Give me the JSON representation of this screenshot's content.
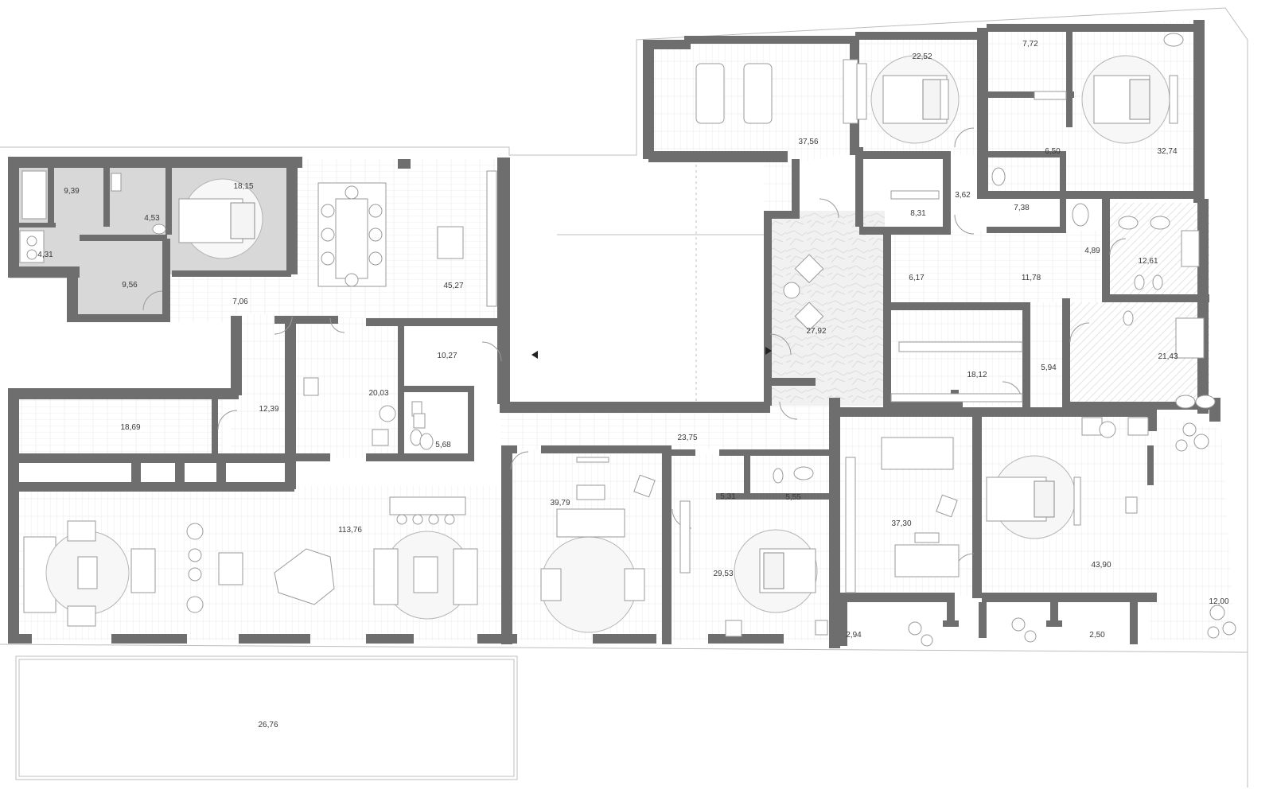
{
  "rooms": [
    {
      "id": "r1",
      "area": "9,39"
    },
    {
      "id": "r2",
      "area": "4,53"
    },
    {
      "id": "r3",
      "area": "18,15"
    },
    {
      "id": "r4",
      "area": "4,31"
    },
    {
      "id": "r5",
      "area": "9,56"
    },
    {
      "id": "r6",
      "area": "7,06"
    },
    {
      "id": "r7",
      "area": "45,27"
    },
    {
      "id": "r8",
      "area": "10,27"
    },
    {
      "id": "r9",
      "area": "20,03"
    },
    {
      "id": "r10",
      "area": "12,39"
    },
    {
      "id": "r11",
      "area": "18,69"
    },
    {
      "id": "r12",
      "area": "5,68"
    },
    {
      "id": "r13",
      "area": "113,76"
    },
    {
      "id": "r14",
      "area": "23,75"
    },
    {
      "id": "r15",
      "area": "39,79"
    },
    {
      "id": "r16",
      "area": "5,31"
    },
    {
      "id": "r17",
      "area": "5,55"
    },
    {
      "id": "r18",
      "area": "29,53"
    },
    {
      "id": "r19",
      "area": "37,30"
    },
    {
      "id": "r20",
      "area": "2,94"
    },
    {
      "id": "r21",
      "area": "2,50"
    },
    {
      "id": "r22",
      "area": "43,90"
    },
    {
      "id": "r23",
      "area": "12,00"
    },
    {
      "id": "r24",
      "area": "26,76"
    },
    {
      "id": "r25",
      "area": "37,56"
    },
    {
      "id": "r26",
      "area": "22,52"
    },
    {
      "id": "r27",
      "area": "7,72"
    },
    {
      "id": "r28",
      "area": "6,50"
    },
    {
      "id": "r29",
      "area": "32,74"
    },
    {
      "id": "r30",
      "area": "8,31"
    },
    {
      "id": "r31",
      "area": "3,62"
    },
    {
      "id": "r32",
      "area": "7,38"
    },
    {
      "id": "r33",
      "area": "4,89"
    },
    {
      "id": "r34",
      "area": "12,61"
    },
    {
      "id": "r35",
      "area": "27,92"
    },
    {
      "id": "r36",
      "area": "6,17"
    },
    {
      "id": "r37",
      "area": "11,78"
    },
    {
      "id": "r38",
      "area": "18,12"
    },
    {
      "id": "r39",
      "area": "5,94"
    },
    {
      "id": "r40",
      "area": "21,43"
    }
  ],
  "colors": {
    "wall": "#6e6e6e",
    "grey_zone": "#d8d8d8",
    "stone_floor": "#eeeeee",
    "label": "#3a3a3a"
  }
}
